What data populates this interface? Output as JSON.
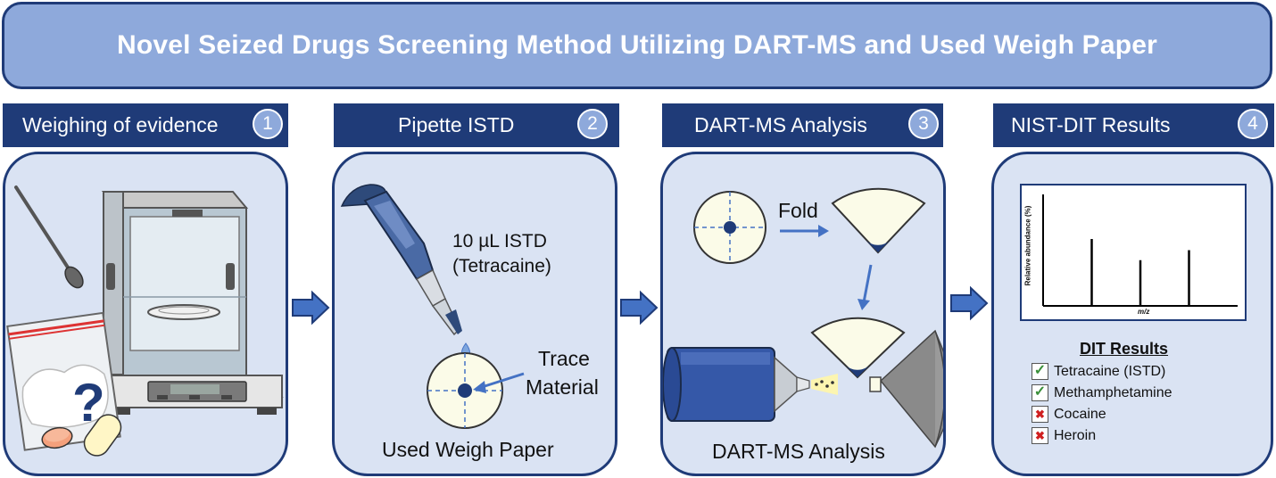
{
  "title": "Novel Seized Drugs Screening Method Utilizing DART-MS and Used Weigh Paper",
  "steps": [
    {
      "label": "Weighing of evidence",
      "number": "1"
    },
    {
      "label": "Pipette ISTD",
      "number": "2"
    },
    {
      "label": "DART-MS Analysis",
      "number": "3"
    },
    {
      "label": "NIST-DIT Results",
      "number": "4"
    }
  ],
  "panel1": {
    "question_mark": "?"
  },
  "panel2": {
    "istd_line1": "10 µL ISTD",
    "istd_line2": "(Tetracaine)",
    "trace_line1": "Trace",
    "trace_line2": "Material",
    "caption": "Used Weigh Paper"
  },
  "panel3": {
    "fold_label": "Fold",
    "caption": "DART-MS Analysis"
  },
  "panel4": {
    "spectrum_ylabel": "Relative abundance (%)",
    "spectrum_xlabel": "m/z",
    "spectrum_peaks": [
      0.6,
      0.41,
      0.5
    ],
    "results_title": "DIT Results",
    "results": [
      {
        "name": "Tetracaine (ISTD)",
        "status": "check"
      },
      {
        "name": "Methamphetamine",
        "status": "check"
      },
      {
        "name": "Cocaine",
        "status": "cross"
      },
      {
        "name": "Heroin",
        "status": "cross"
      }
    ]
  },
  "colors": {
    "navy": "#1f3b78",
    "banner": "#8ea9db",
    "panel": "#dae3f3",
    "accent": "#4472c4"
  }
}
